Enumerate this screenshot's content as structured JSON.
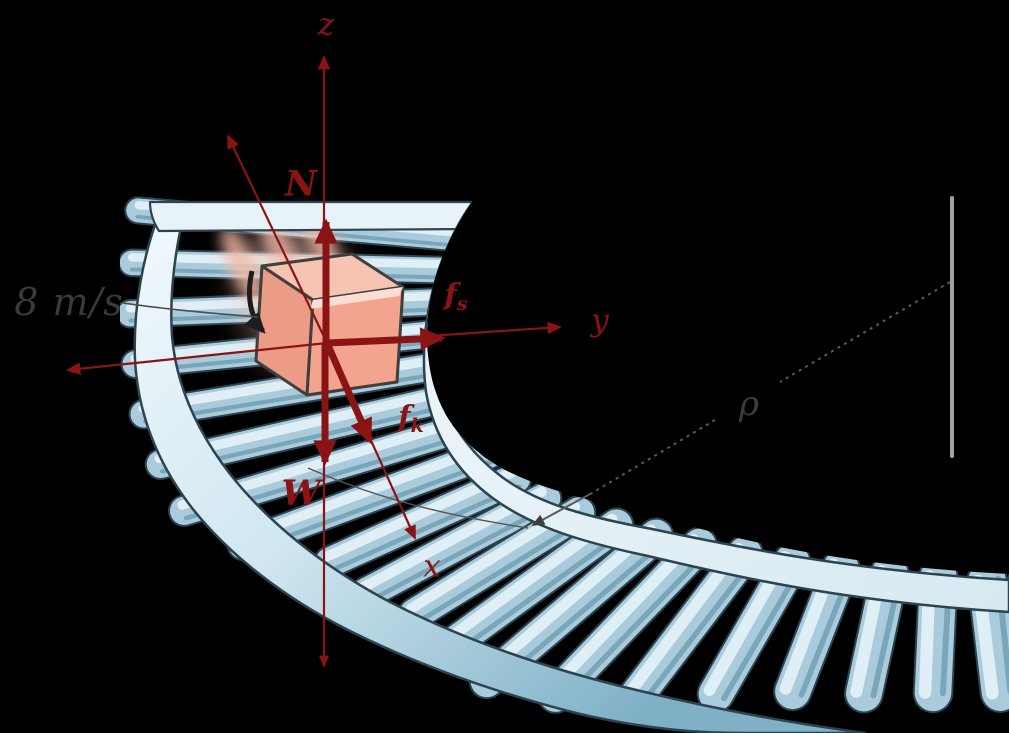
{
  "figure": {
    "type": "free-body-diagram",
    "subject": "package-on-curved-roller-conveyor",
    "background": "#000000",
    "labels": {
      "axis_z": "z",
      "axis_y": "y",
      "axis_x": "x",
      "force_normal": "N",
      "force_weight": "W",
      "friction_static_base": "f",
      "friction_static_sub": "s",
      "friction_kinetic_base": "f",
      "friction_kinetic_sub": "k",
      "radius_of_curvature": "ρ",
      "speed": "8 m/s"
    },
    "colors": {
      "vector_red": "#8a1414",
      "annotation_gray": "#3d3d3d",
      "box_top": "#f7c3b2",
      "box_front": "#f2a48f",
      "box_left": "#eb9b86",
      "roller_fill": "#a9cbdc",
      "roller_highlight": "#e2f1f7",
      "rail_light": "#e8f3f8",
      "rail_shaded": "#86b4ca",
      "outline_dark": "#2c4350"
    }
  }
}
